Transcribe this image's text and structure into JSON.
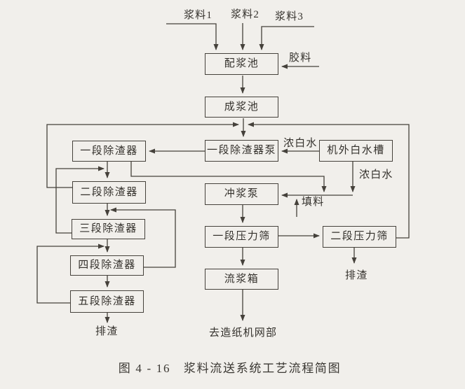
{
  "figure": {
    "caption": "图 4 - 16　浆料流送系统工艺流程简图"
  },
  "colors": {
    "paper": "#f1efeb",
    "ink": "#45413b"
  },
  "nodes": {
    "mixing_chest": "配浆池",
    "stock_chest": "成浆池",
    "stage1_cleaner_pump": "一段除渣器泵",
    "external_white_water_tank": "机外白水槽",
    "stage1_cleaner": "一段除渣器",
    "stage2_cleaner": "二段除渣器",
    "stage3_cleaner": "三段除渣器",
    "stage4_cleaner": "四段除渣器",
    "stage5_cleaner": "五段除渣器",
    "fan_pump": "冲浆泵",
    "stage1_pressure_screen": "一段压力筛",
    "stage2_pressure_screen": "二段压力筛",
    "headbox": "流浆箱"
  },
  "labels": {
    "pulp1": "浆料1",
    "pulp2": "浆料2",
    "pulp3": "浆料3",
    "size": "胶料",
    "thick_white_water_1": "浓白水",
    "thick_white_water_2": "浓白水",
    "filler": "填料",
    "reject_left": "排渣",
    "reject_right": "排渣",
    "to_wire_section": "去造纸机网部"
  }
}
